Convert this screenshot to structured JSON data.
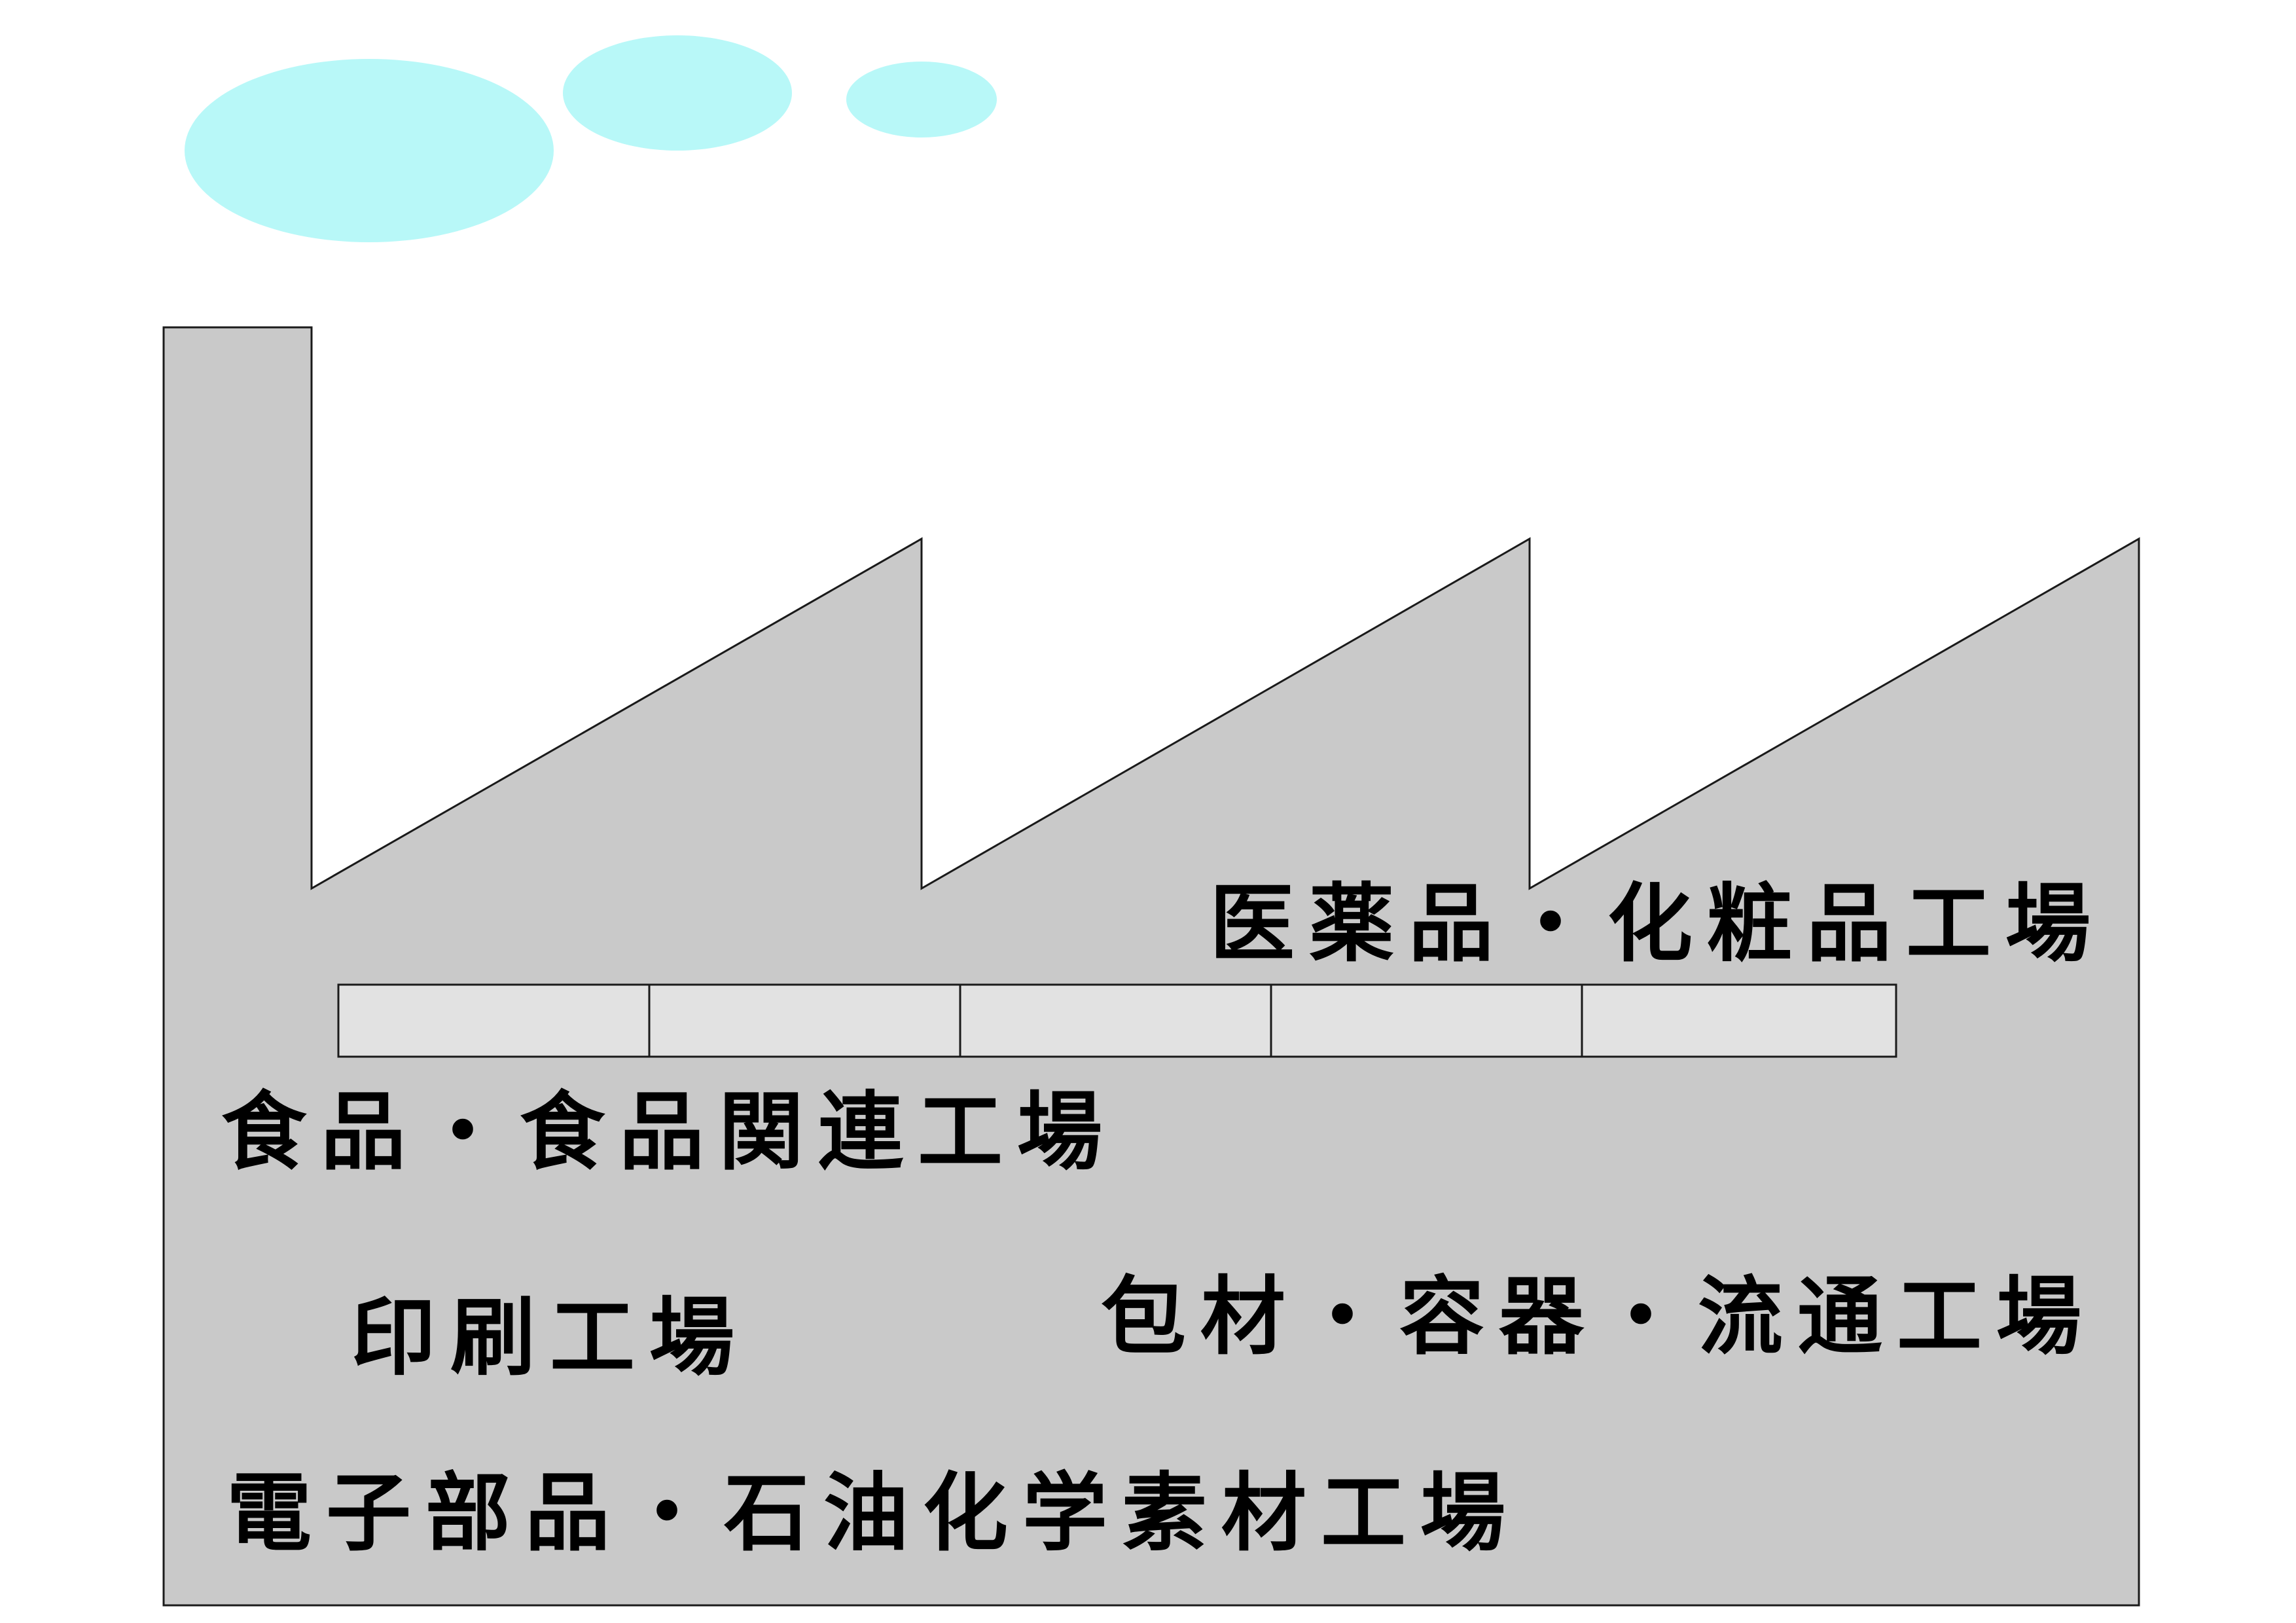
{
  "colors": {
    "building": "#c9c9c9",
    "outline": "#1a1a1a",
    "smoke": "#b8f8f8",
    "conveyor": "#e2e2e2",
    "text": "#000000"
  },
  "diagram": {
    "labels": {
      "pharma": "医薬品・化粧品工場",
      "food": "食品・食品関連工場",
      "printing": "印刷工場",
      "packaging": "包材・容器・流通工場",
      "electronic": "電子部品・石油化学素材工場"
    },
    "conveyor_segments": 5,
    "smoke_clouds": 3,
    "roof_teeth": 3
  }
}
